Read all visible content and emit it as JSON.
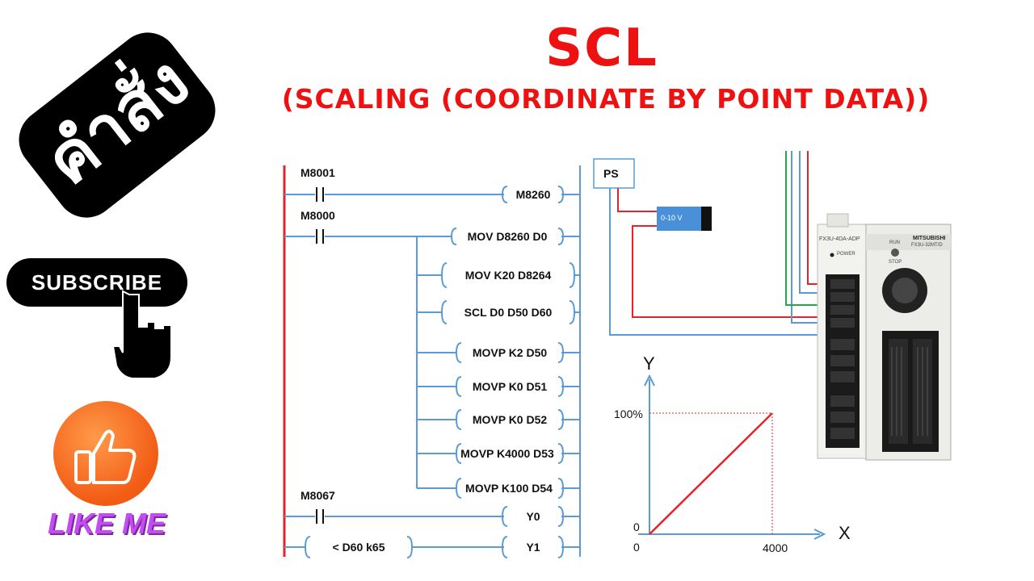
{
  "header": {
    "title": "SCL",
    "subtitle": "(SCALING (COORDINATE BY POINT DATA))"
  },
  "side": {
    "badge_text": "คำสั่ง",
    "subscribe_label": "SUBSCRIBE",
    "like_label": "LIKE ME"
  },
  "ladder": {
    "contacts": [
      "M8001",
      "M8000",
      "M8067"
    ],
    "instructions": [
      "M8260",
      "MOV D8260 D0",
      "MOV K20 D8264",
      "SCL D0  D50  D60",
      "MOVP  K2  D50",
      "MOVP  K0  D51",
      "MOVP  K0  D52",
      "MOVP K4000 D53",
      "MOVP K100 D54",
      "Y0",
      "< D60 k65",
      "Y1"
    ]
  },
  "wiring": {
    "ps_label": "PS",
    "sensor_label": "0-10 V"
  },
  "plc": {
    "adapter_model": "FX3U-4DA-ADP",
    "brand": "MITSUBISHI",
    "main_model": "FX3U-32MT/D",
    "power_label": "POWER",
    "run_label": "RUN",
    "stop_label": "STOP"
  },
  "graph": {
    "y_axis": "Y",
    "x_axis": "X",
    "y_max_label": "100%",
    "y_zero_label": "0",
    "x_zero_label": "0",
    "x_max_label": "4000"
  },
  "colors": {
    "title_red": "#ee1111",
    "rail_red": "#e8222a",
    "wire_blue": "#5b9bd5",
    "wire_green": "#22aa44"
  }
}
